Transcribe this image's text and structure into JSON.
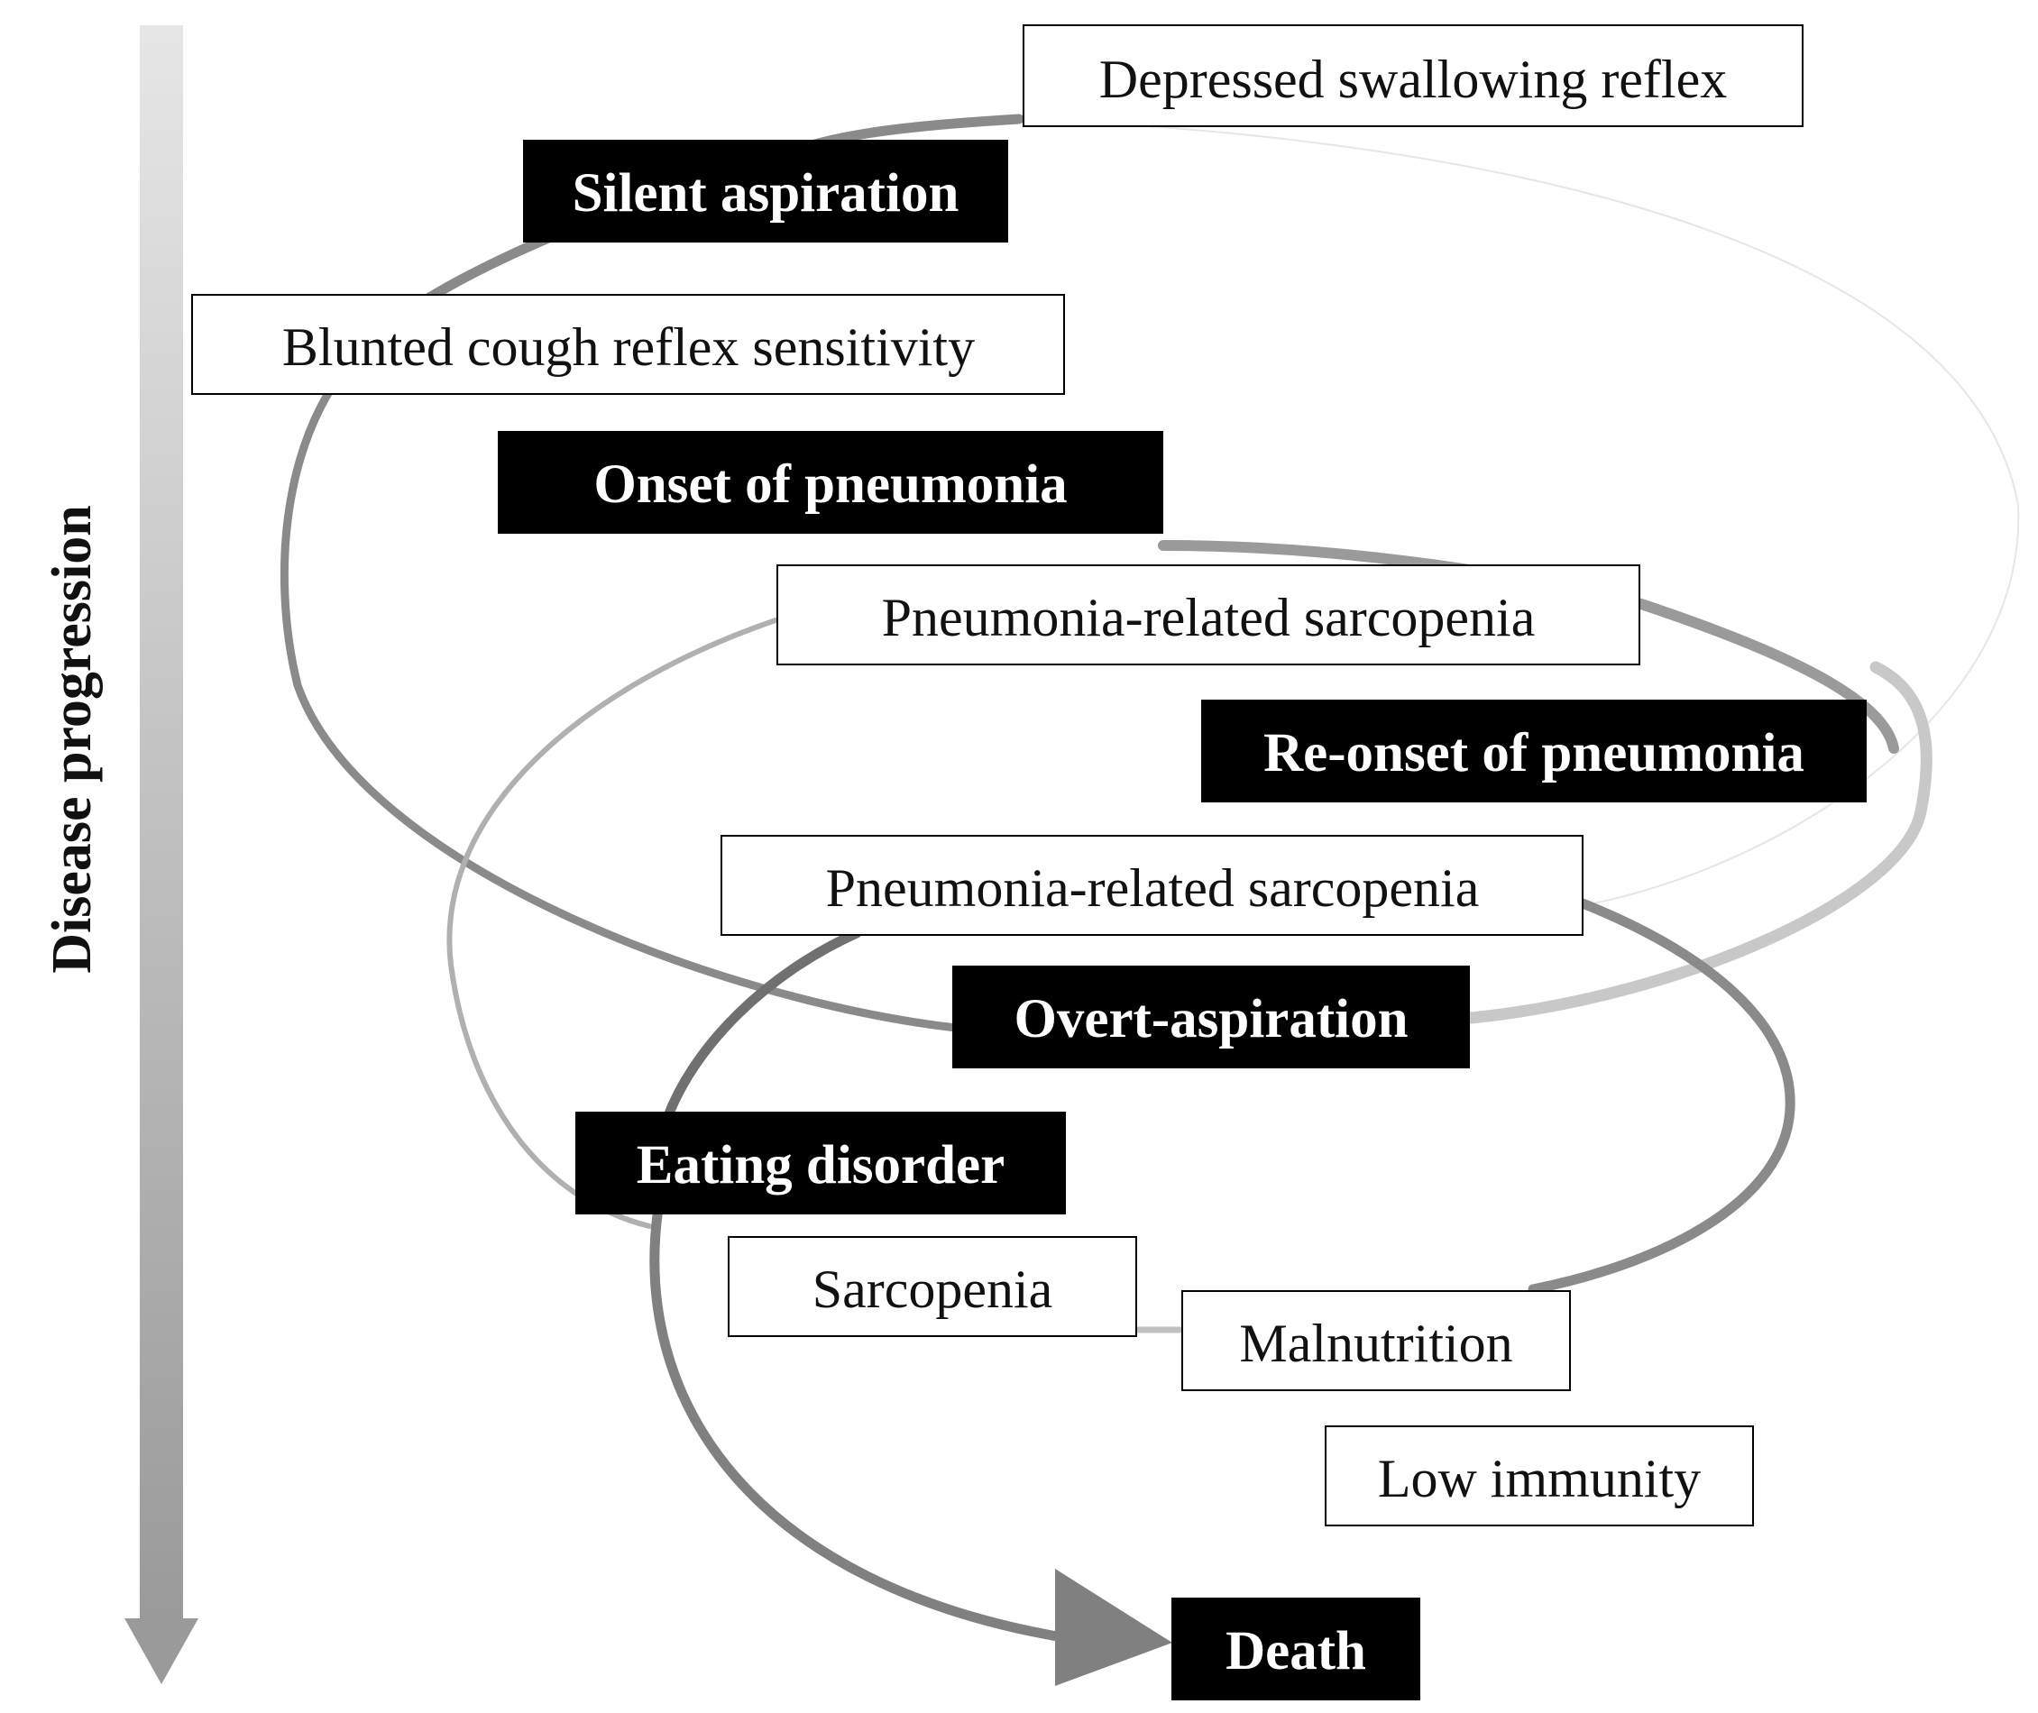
{
  "axis": {
    "label": "Disease progression"
  },
  "nodes": {
    "depressed_swallowing_reflex": "Depressed swallowing reflex",
    "silent_aspiration": "Silent aspiration",
    "blunted_cough_reflex": "Blunted cough reflex sensitivity",
    "onset_of_pneumonia": "Onset of pneumonia",
    "pneumonia_sarcopenia_1": "Pneumonia-related sarcopenia",
    "re_onset_of_pneumonia": "Re-onset of pneumonia",
    "pneumonia_sarcopenia_2": "Pneumonia-related sarcopenia",
    "overt_aspiration": "Overt-aspiration",
    "eating_disorder": "Eating disorder",
    "sarcopenia": "Sarcopenia",
    "malnutrition": "Malnutrition",
    "low_immunity": "Low immunity",
    "death": "Death"
  },
  "colors": {
    "dark_box": "#000000",
    "light_box_border": "#000000",
    "spiral_dark": "#8a8a8a",
    "spiral_light": "#d0d0d0",
    "arrow": "#808080"
  }
}
